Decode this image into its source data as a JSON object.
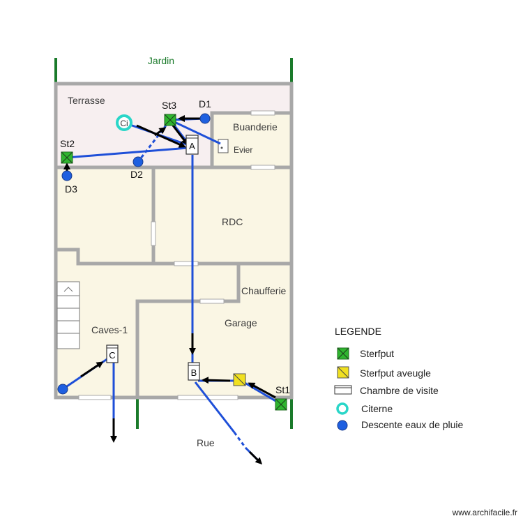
{
  "rooms": {
    "jardin": "Jardin",
    "terrasse": "Terrasse",
    "buanderie": "Buanderie",
    "evier": "Evier",
    "rdc": "RDC",
    "chaufferie": "Chaufferie",
    "garage": "Garage",
    "caves": "Caves-1",
    "rue": "Rue"
  },
  "nodes": {
    "st1": "St1",
    "st2": "St2",
    "st3": "St3",
    "d1": "D1",
    "d2": "D2",
    "d3": "D3",
    "citerne": "Ci",
    "a": "A",
    "b": "B",
    "c": "C"
  },
  "legend": {
    "title": "LEGENDE",
    "items": [
      {
        "label": "Sterfput",
        "icon": "sterfput-icon"
      },
      {
        "label": "Sterfput aveugle",
        "icon": "sterfput-aveugle-icon"
      },
      {
        "label": "Chambre de visite",
        "icon": "chambre-de-visite-icon"
      },
      {
        "label": "Citerne",
        "icon": "citerne-icon"
      },
      {
        "label": "Descente eaux de pluie",
        "icon": "descente-eaux-icon"
      }
    ]
  },
  "footer": "www.archifacile.fr",
  "colors": {
    "wall": "#a8a8a8",
    "pipe": "#1e4fd8",
    "sterfput": "#2fb52f",
    "sterfput_aveugle": "#f0e020",
    "citerne": "#2ad6c8",
    "descente": "#1e5fe0",
    "fence": "#1a7a2a",
    "terrasse_fill": "#f7eff0",
    "interior_fill": "#faf6e4"
  }
}
